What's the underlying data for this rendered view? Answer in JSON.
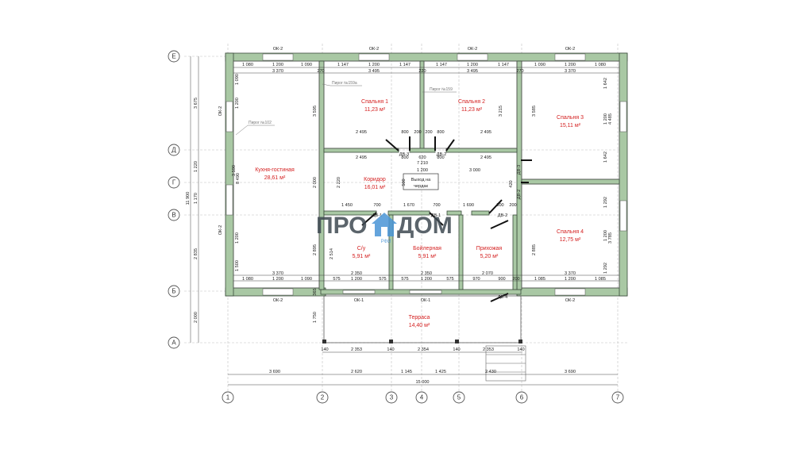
{
  "logo": {
    "part1": "ПРО",
    "part2": "ДОМ",
    "sub": "РФИ"
  },
  "axes": {
    "columns": [
      "1",
      "2",
      "3",
      "4",
      "5",
      "6",
      "7"
    ],
    "rows": [
      "Е",
      "Д",
      "Г",
      "В",
      "Б",
      "А"
    ]
  },
  "rooms": [
    {
      "name": "Кухня-гостиная",
      "area": "28,61 м²"
    },
    {
      "name": "Спальня 1",
      "area": "11,23 м²"
    },
    {
      "name": "Спальня 2",
      "area": "11,23 м²"
    },
    {
      "name": "Спальня 3",
      "area": "15,11 м²"
    },
    {
      "name": "Коридор",
      "area": "16,01 м²"
    },
    {
      "name": "С/у",
      "area": "5,91 м²"
    },
    {
      "name": "Бойлерная",
      "area": "5,91 м²"
    },
    {
      "name": "Прихожая",
      "area": "5,20 м²"
    },
    {
      "name": "Спальня 4",
      "area": "12,75 м²"
    },
    {
      "name": "Терраса",
      "area": "14,40 м²"
    }
  ],
  "labels": {
    "attic_exit": [
      "Выход на",
      "чердак"
    ],
    "pylon_102": "Пирог №102",
    "pylon_159a": "Пирог №159а",
    "pylon_159": "Пирог №159",
    "windows": [
      "ОК-2",
      "ОК-2",
      "ОК-2",
      "ОК-2",
      "ОК-2",
      "ОК-2",
      "ОК-2",
      "ОК-1",
      "ОК-1",
      "ОК-2"
    ],
    "doors": [
      "ДВ-3",
      "ДВ-2",
      "ДВ-3",
      "ДВ-2",
      "ДВ-1",
      "ДВ-1",
      "ДВ-2",
      "ДВ-4"
    ]
  },
  "dims": {
    "top_row1": [
      "1 080",
      "1 200",
      "1 090",
      "1 147",
      "1 200",
      "1 147",
      "1 147",
      "1 200",
      "1 147",
      "1 090",
      "1 200",
      "1 080"
    ],
    "top_row2": [
      "3 370",
      "270",
      "3 495",
      "220",
      "3 495",
      "270",
      "3 370"
    ],
    "bottom_inner1": [
      "3 370",
      "2 350",
      "2 350",
      "2 070",
      "3 370"
    ],
    "bottom_inner2": [
      "1 080",
      "1 200",
      "1 090",
      "575",
      "1 200",
      "575",
      "575",
      "1 200",
      "575",
      "970",
      "900",
      "200",
      "1 085",
      "1 200",
      "1 085"
    ],
    "bottom_terrace": [
      "140",
      "2 353",
      "140",
      "2 354",
      "140",
      "2 353",
      "140"
    ],
    "bottom_axes": [
      "3 690",
      "2 620",
      "1 145",
      "1 425",
      "2 430",
      "3 690"
    ],
    "total": "15 000",
    "left_axes": [
      "3 675",
      "1 220",
      "1 170",
      "2 835",
      "2 000"
    ],
    "left_total": "11 900",
    "corridor": [
      "2 495",
      "800",
      "200",
      "620",
      "200",
      "800",
      "2 495",
      "7 210",
      "1 200",
      "3 000"
    ],
    "corridor_lower": [
      "1 450",
      "700",
      "1 670",
      "700",
      "1 690",
      "800",
      "200"
    ],
    "bath_row": [
      "1 450",
      "700",
      "1 670",
      "700",
      "1 690",
      "800",
      "200"
    ],
    "misc": [
      "3 595",
      "3 215",
      "2 495",
      "2 495",
      "8 490",
      "3 590",
      "2 000",
      "2 220",
      "2 514",
      "2 895",
      "2 885",
      "3 585",
      "4 485",
      "3 785",
      "1 642",
      "1 200",
      "1 642",
      "1 292",
      "1 200",
      "1 292",
      "1 090",
      "1 200",
      "1 200",
      "1 200",
      "1 500",
      "500",
      "420",
      "150",
      "100",
      "800",
      "1 750",
      "365"
    ]
  }
}
